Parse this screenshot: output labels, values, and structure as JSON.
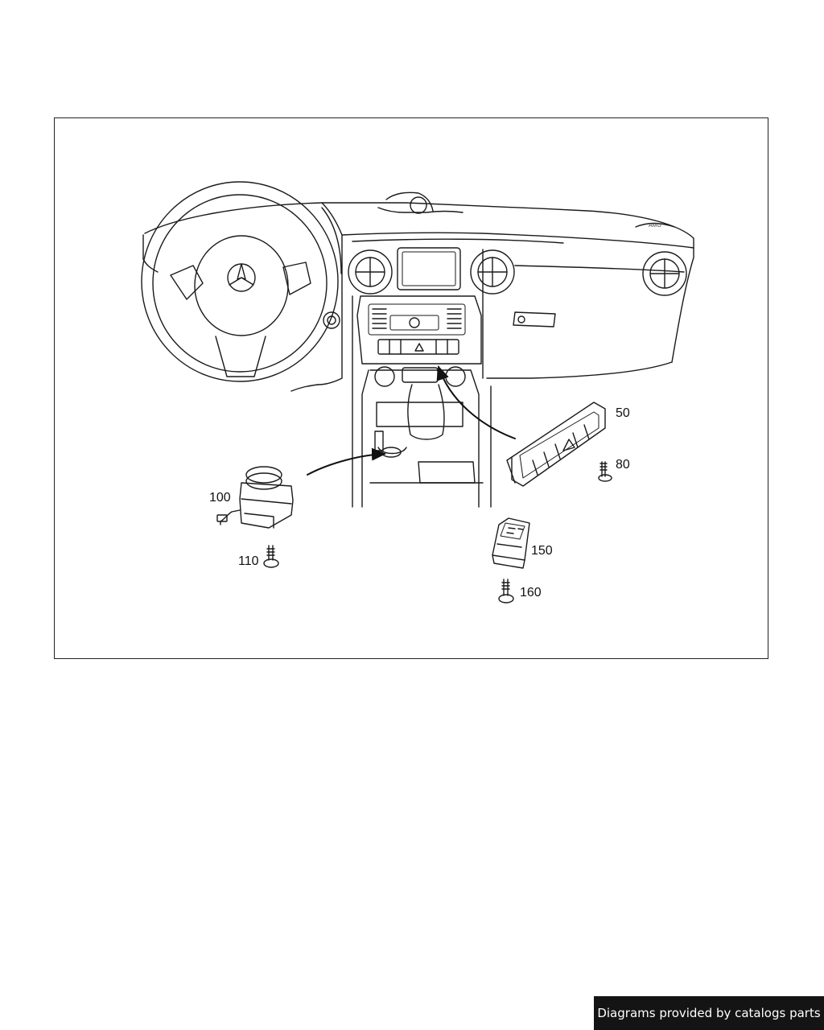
{
  "diagram": {
    "callouts": {
      "c50": "50",
      "c80": "80",
      "c100": "100",
      "c110": "110",
      "c150": "150",
      "c160": "160"
    },
    "dashboard_label": "AMG"
  },
  "footer": {
    "credit": "Diagrams provided by catalogs parts",
    "background_color": "#141414",
    "text_color": "#ffffff"
  }
}
